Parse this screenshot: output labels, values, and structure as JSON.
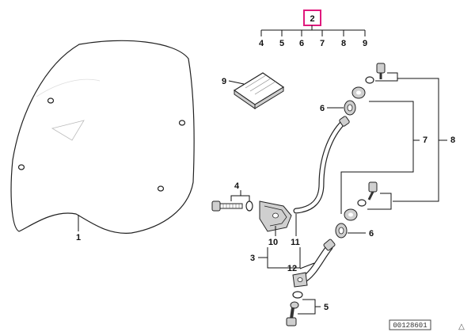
{
  "diagram": {
    "highlight_color": "#e0197d",
    "line_color": "#111111",
    "header": {
      "kit_label": "2",
      "kit_items": [
        "4",
        "5",
        "6",
        "7",
        "8",
        "9"
      ]
    },
    "callouts": {
      "windshield": "1",
      "bolt_top": "4",
      "bolt_bottom": "5",
      "bushing_top": "6",
      "bushing_bottom": "6",
      "group_right": "7",
      "group_outer": "8",
      "manual": "9",
      "bracket": "10",
      "arm_upper": "11",
      "arm_lower": "12",
      "group_left": "3"
    },
    "diagram_id": "00128601",
    "corner_mark": "△"
  }
}
